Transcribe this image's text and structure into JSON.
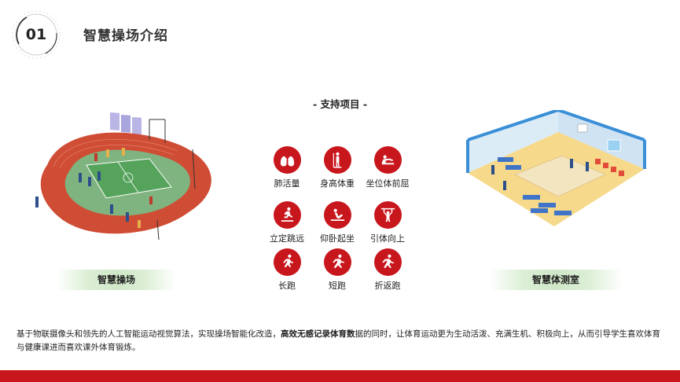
{
  "badge": {
    "number": "01"
  },
  "page_title": "智慧操场介绍",
  "section_title": "- 支持项目 -",
  "items": [
    {
      "label": "肺活量",
      "icon": "lungs-icon"
    },
    {
      "label": "身高体重",
      "icon": "height-weight-icon"
    },
    {
      "label": "坐位体前屈",
      "icon": "sit-reach-icon"
    },
    {
      "label": "立定跳远",
      "icon": "long-jump-icon"
    },
    {
      "label": "仰卧起坐",
      "icon": "sit-up-icon"
    },
    {
      "label": "引体向上",
      "icon": "pull-up-icon"
    },
    {
      "label": "长跑",
      "icon": "runner-icon"
    },
    {
      "label": "短跑",
      "icon": "sprinter-icon"
    },
    {
      "label": "折返跑",
      "icon": "shuttle-run-icon"
    }
  ],
  "captions": {
    "left": "智慧操场",
    "right": "智慧体测室"
  },
  "description": {
    "part1": "基于物联摄像头和领先的人工智能运动视觉算法，实现操场智能化改造，",
    "bold": "高效无感记录体育数",
    "part2": "据的同时，让体育运动更为生动活泼、充满生机、积极向上，从而引导学生喜欢体育与健康课进而喜欢课外体育锻炼。"
  },
  "colors": {
    "accent": "#c8161d",
    "caption_bg": "#cfe7c7"
  }
}
